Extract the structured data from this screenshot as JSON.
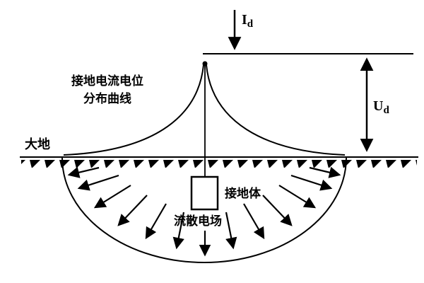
{
  "labels": {
    "current": {
      "symbol": "I",
      "subscript": "d"
    },
    "voltage": {
      "symbol": "U",
      "subscript": "d"
    },
    "curve_line1": "接地电流电位",
    "curve_line2": "分布曲线",
    "earth": "大地",
    "electrode": "接地体",
    "dispersion_field": "流散电场"
  },
  "colors": {
    "ink": "#000000",
    "background": "#ffffff"
  }
}
